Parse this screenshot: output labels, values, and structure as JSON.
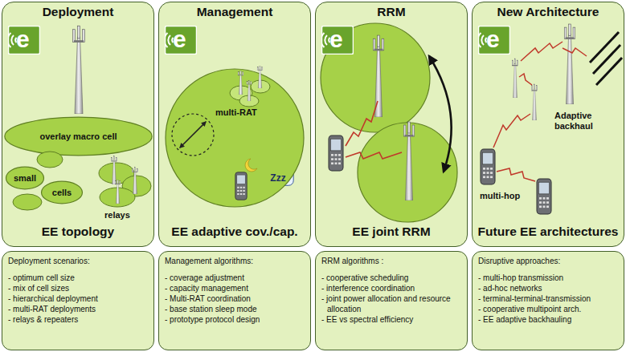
{
  "diagram": {
    "nodes": [
      {
        "text": [
          "Deployment",
          "EE topology"
        ]
      },
      {
        "text": [
          "overlay macro cell"
        ],
        "in": 0
      },
      {
        "text": [
          "small"
        ],
        "in": 0
      },
      {
        "text": [
          "cells"
        ],
        "in": 0
      },
      {
        "text": [
          "Management",
          "EE adaptive cov./cap."
        ]
      },
      {
        "text": [
          "Zzz"
        ],
        "in": 4
      },
      {
        "text": [
          "RRM",
          "EE joint RRM"
        ]
      },
      {
        "text": [
          "New Architecture",
          "Future EE architectures"
        ]
      },
      {
        "text": [
          "Deployment scenarios:",
          "- optimum cell size",
          "- mix of cell sizes",
          "- hierarchical deployment",
          "- multi-RAT deployments",
          "- relays & repeaters"
        ]
      },
      {
        "text": [
          "Management algorithms:",
          "- coverage adjustment",
          "- capacity management",
          "- Multi-RAT coordination",
          "- base station sleep mode",
          "- prototype protocol design"
        ]
      },
      {
        "text": [
          "RRM algorithms :",
          "- cooperative scheduling",
          "- interference coordination",
          "- joint power allocation and resource allocation",
          "- EE vs spectral efficiency"
        ]
      },
      {
        "text": [
          "Disruptive approaches:",
          "- multi-hop transmission",
          "- ad-hoc networks",
          "- terminal-terminal-transmission",
          "- cooperative multipoint arch.",
          "- EE adaptive backhauling"
        ]
      }
    ],
    "labels": [
      "e",
      "relays",
      "e",
      "multi-RAT",
      "e",
      "e",
      "Adaptive backhaul",
      "multi-hop"
    ]
  }
}
